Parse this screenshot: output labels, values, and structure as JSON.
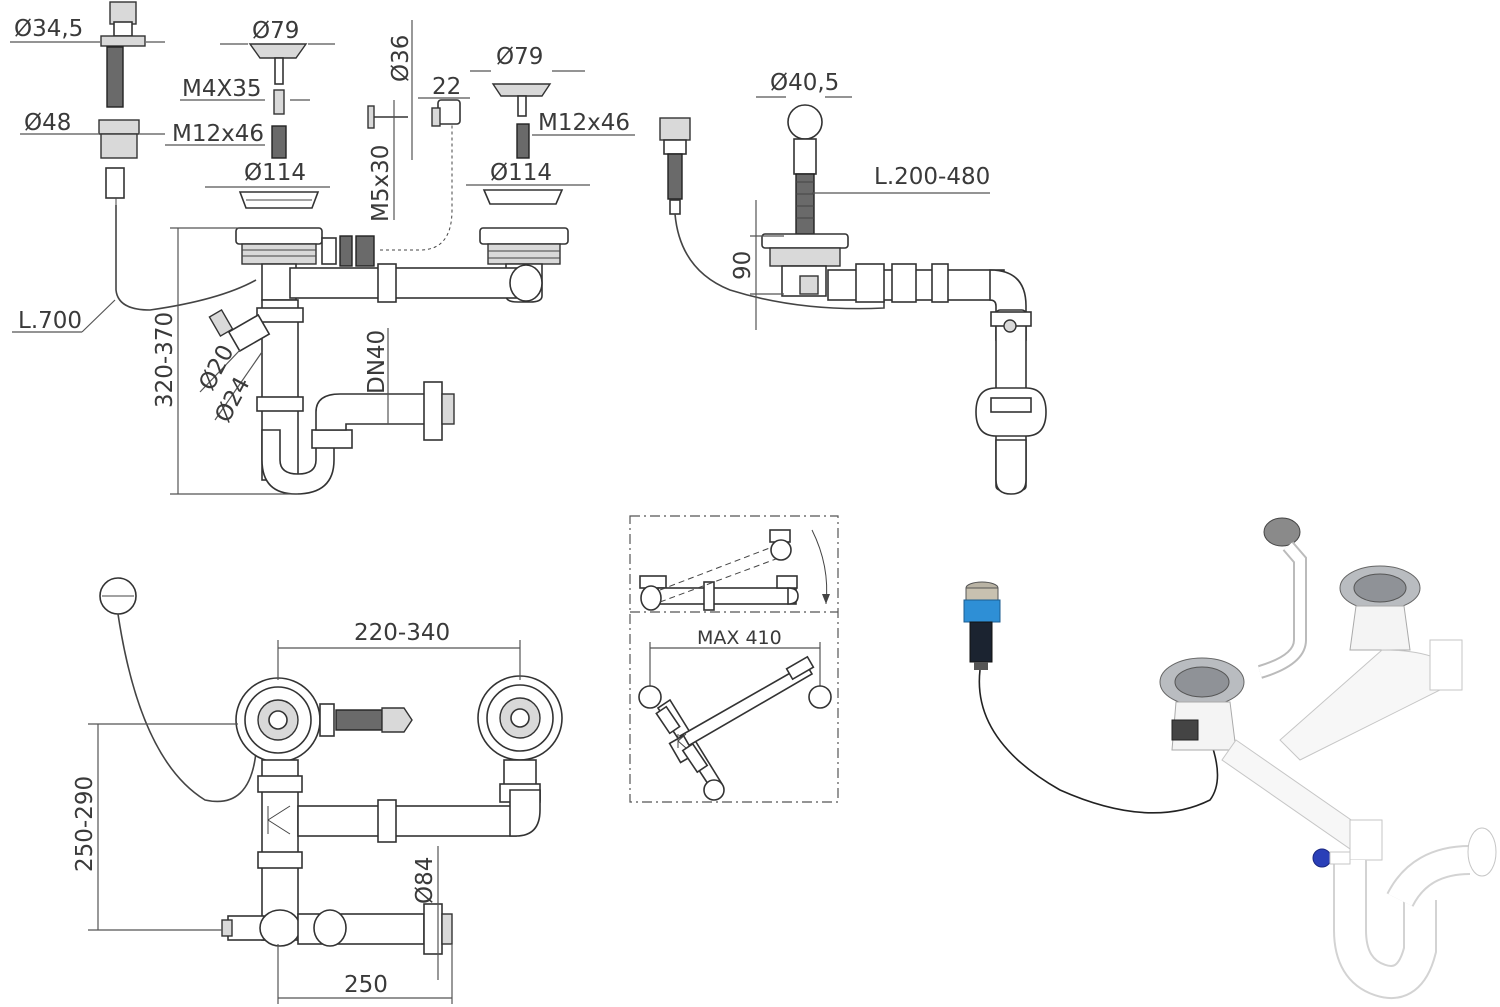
{
  "labels": {
    "d34_5": "Ø34,5",
    "d79_a": "Ø79",
    "d36": "Ø36",
    "d79_b": "Ø79",
    "m4x35": "M4X35",
    "dim22": "22",
    "d48": "Ø48",
    "m12x46_a": "M12x46",
    "m12x46_b": "M12x46",
    "m5x30": "M5x30",
    "d114_a": "Ø114",
    "d114_b": "Ø114",
    "l700": "L.700",
    "h320_370": "320-370",
    "d20": "Ø20",
    "d24": "Ø24",
    "dn40": "DN40",
    "d40_5": "Ø40,5",
    "l200_480": "L.200-480",
    "h90": "90",
    "w220_340": "220-340",
    "h250_290": "250-290",
    "d84": "Ø84",
    "w250": "250",
    "max410": "MAX 410",
    "k1": "K",
    "k2": "K"
  },
  "colors": {
    "line": "#333333",
    "dimension": "#555555",
    "text": "#3a3a3a",
    "pipe_white": "#ffffff",
    "steel": "#b9bcc0",
    "accent_blue": "#2e8fd6",
    "valve_blue": "#2a3fb8"
  },
  "icons": [
    "strainer-basket",
    "pop-up-knob",
    "overflow-trap",
    "s-trap"
  ]
}
